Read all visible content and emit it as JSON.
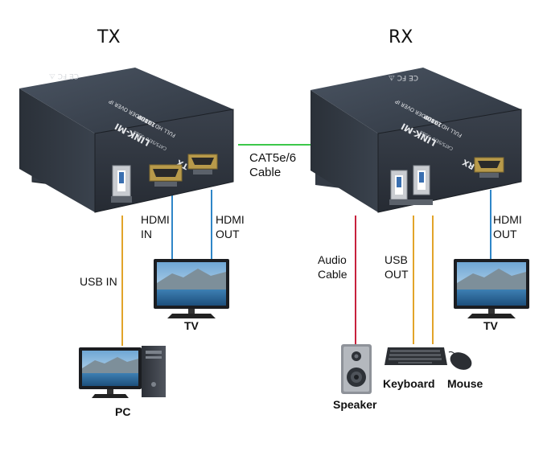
{
  "titles": {
    "tx": "TX",
    "rx": "RX"
  },
  "devices": {
    "tx": {
      "brand": "LINK-MI",
      "name": "FULL HD EXTENDER OVER IP",
      "resolution": "1080P",
      "model": "CAT5/5E/6 -S388",
      "tag": "TX"
    },
    "rx": {
      "brand": "LINK-MI",
      "name": "FULL HD EXTENDER OVER IP",
      "resolution": "1080P",
      "model": "CAT5/5E/6 -S388",
      "tag": "RX"
    }
  },
  "labels": {
    "cable": "CAT5e/6\nCable",
    "usb_in": "USB IN",
    "hdmi_in": "HDMI\nIN",
    "hdmi_out_tx": "HDMI\nOUT",
    "tv_tx": "TV",
    "pc": "PC",
    "audio_cable": "Audio\nCable",
    "usb_out": "USB\nOUT",
    "hdmi_out_rx": "HDMI\nOUT",
    "tv_rx": "TV",
    "speaker": "Speaker",
    "keyboard": "Keyboard",
    "mouse": "Mouse"
  },
  "colors": {
    "cat_cable": "#3cc84a",
    "usb_line": "#e2a429",
    "hdmi_line": "#2f86c8",
    "audio_line": "#c8213d",
    "device_body": "#3d4552"
  }
}
